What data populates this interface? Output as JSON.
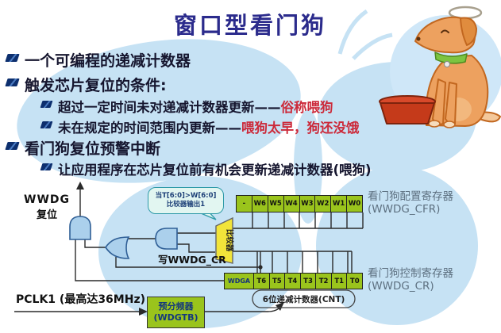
{
  "title": "窗口型看门狗",
  "bullets": [
    {
      "level": 1,
      "text": "一个可编程的递减计数器",
      "highlight": ""
    },
    {
      "level": 1,
      "text": "触发芯片复位的条件:",
      "highlight": ""
    },
    {
      "level": 2,
      "text": "超过一定时间未对递减计数器更新——",
      "highlight": "俗称喂狗"
    },
    {
      "level": 2,
      "text": "未在规定的时间范围内更新——",
      "highlight": "喂狗太早，狗还没饿"
    },
    {
      "level": 1,
      "text": "看门狗复位预警中断",
      "highlight": ""
    },
    {
      "level": 2,
      "text": "让应用程序在芯片复位前有机会更新递减计数器(喂狗)",
      "highlight": ""
    }
  ],
  "diagram": {
    "reset_label_line1": "WWDG",
    "reset_label_line2": "复位",
    "bubble_line1": "当T[6:0]>W[6:0]",
    "bubble_line2": "比较器输出1",
    "comparator_label": "比较器",
    "write_cr_label": "写WWDG_CR",
    "cfr_bits": [
      "-",
      "W6",
      "W5",
      "W4",
      "W3",
      "W2",
      "W1",
      "W0"
    ],
    "cfr_caption_line1": "看门狗配置寄存器",
    "cfr_caption_line2": "(WWDG_CFR)",
    "cr_bits": [
      "WDGA",
      "T6",
      "T5",
      "T4",
      "T3",
      "T2",
      "T1",
      "T0"
    ],
    "cr_caption_line1": "看门狗控制寄存器",
    "cr_caption_line2": "(WWDG_CR)",
    "cnt_label": "6位递减计数器(CNT)",
    "pclk_label": "PCLK1 (最高达36MHz)",
    "prescaler_line1": "预分频器",
    "prescaler_line2": "(WDGTB)"
  },
  "colors": {
    "title_navy": "#2b2b8c",
    "body_text": "#15152e",
    "highlight_red": "#cc2a3a",
    "register_green": "#9ac41c",
    "gate_blue_fill": "#abd0ec",
    "gate_blue_stroke": "#2f5f96",
    "comparator_yellow": "#f2e43a",
    "butterfly_blue": "#c6e2f4",
    "bubble_fill": "#e2f6f1",
    "bubble_stroke": "#2e9aa8",
    "bowl_red": "#c53a1a",
    "dog_orange": "#eda15f",
    "collar_green": "#7cc440"
  }
}
